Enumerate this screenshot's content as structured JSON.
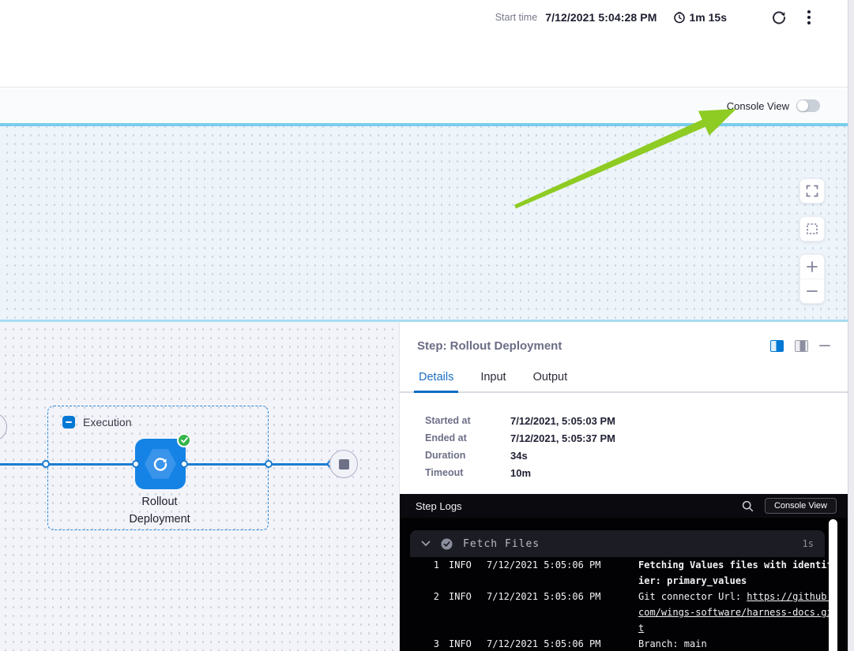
{
  "header": {
    "start_time_label": "Start time",
    "start_time_value": "7/12/2021 5:04:28 PM",
    "elapsed": "1m 15s"
  },
  "toolbar": {
    "console_view_label": "Console View",
    "console_view_toggle_state": "off"
  },
  "canvas": {
    "execution_group_label": "Execution",
    "node_label_line1": "Rollout",
    "node_label_line2": "Deployment",
    "node_status": "success"
  },
  "panel": {
    "title": "Step: Rollout Deployment",
    "tabs": [
      "Details",
      "Input",
      "Output"
    ],
    "active_tab": "Details",
    "details": [
      {
        "label": "Started at",
        "value": "7/12/2021, 5:05:03 PM"
      },
      {
        "label": "Ended at",
        "value": "7/12/2021, 5:05:37 PM"
      },
      {
        "label": "Duration",
        "value": "34s"
      },
      {
        "label": "Timeout",
        "value": "10m"
      }
    ]
  },
  "logs": {
    "title": "Step Logs",
    "console_view_button": "Console View",
    "section": {
      "name": "Fetch Files",
      "duration": "1s",
      "status": "success"
    },
    "lines": [
      {
        "num": "1",
        "level": "INFO",
        "time": "7/12/2021 5:05:06 PM",
        "message": "Fetching Values files with identifier: primary_values"
      },
      {
        "num": "2",
        "level": "INFO",
        "time": "7/12/2021 5:05:06 PM",
        "message_prefix": "Git connector Url: ",
        "link": "https://github.com/wings-software/harness-docs.git"
      },
      {
        "num": "3",
        "level": "INFO",
        "time": "7/12/2021 5:05:06 PM",
        "message": "Branch: main"
      }
    ]
  },
  "colors": {
    "accent_blue": "#0278d5",
    "node_blue": "#1583e6",
    "success_green": "#35b44a",
    "annotation_arrow_green": "#8ecb23",
    "cyan_divider": "#79ceed",
    "log_background": "#020204"
  }
}
